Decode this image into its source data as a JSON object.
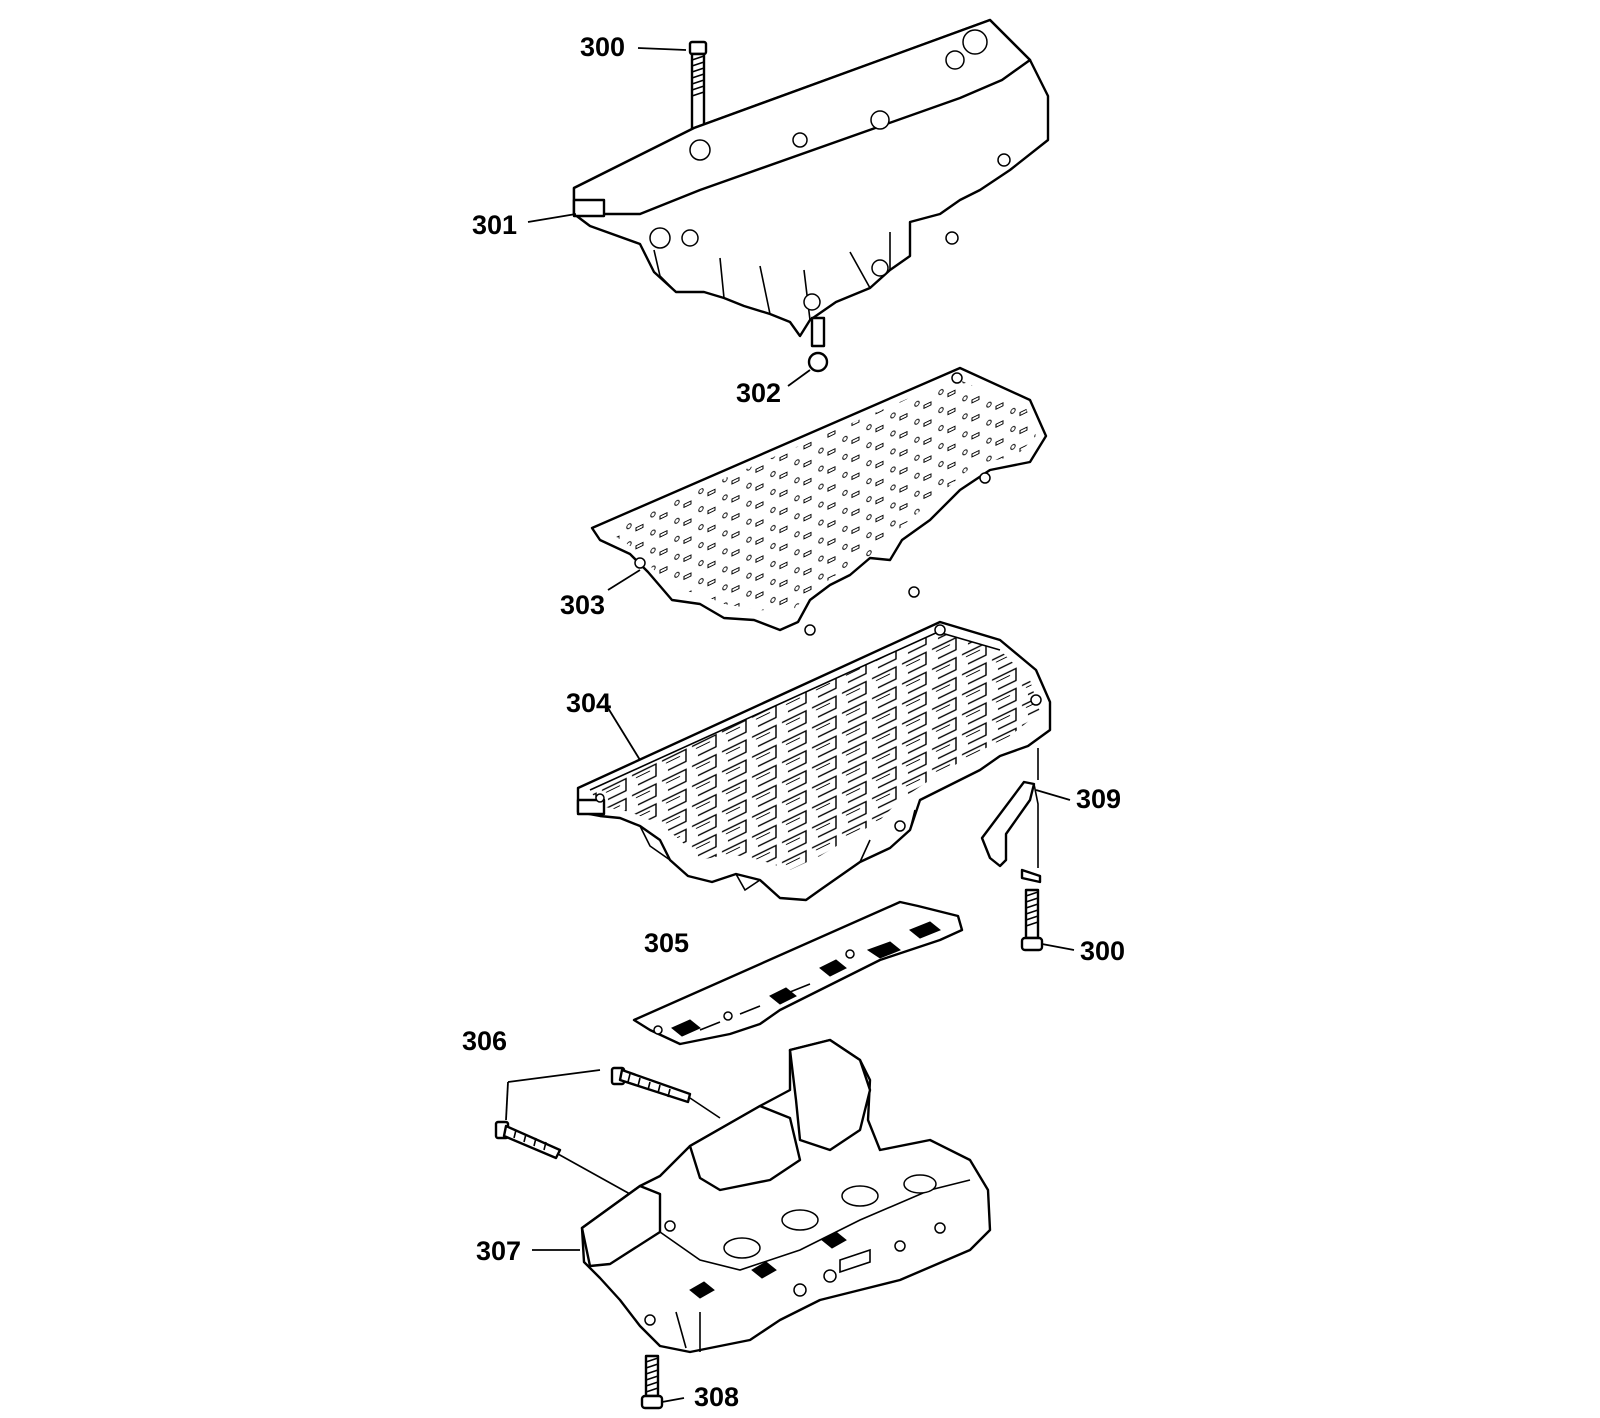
{
  "callouts": {
    "bolt_top": "300",
    "upper_valve_body": "301",
    "check_ball": "302",
    "spacer_plate": "303",
    "lower_valve_body": "304",
    "filter_plate": "305",
    "control_module_bolts": "306",
    "control_module": "307",
    "module_bolt": "308",
    "bracket": "309",
    "bolt_right": "300"
  }
}
